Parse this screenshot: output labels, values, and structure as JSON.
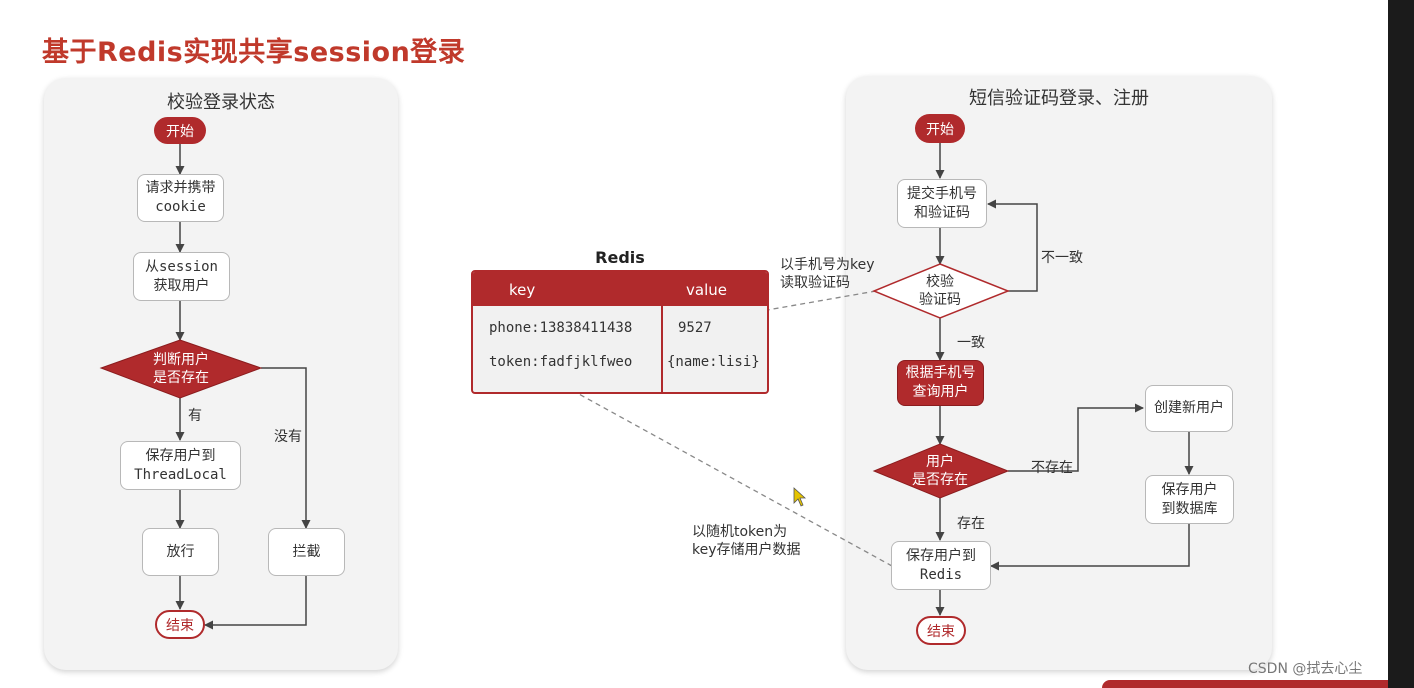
{
  "title": "基于Redis实现共享session登录",
  "left_panel": {
    "title": "校验登录状态",
    "start": "开始",
    "request": [
      "请求并携带",
      "cookie"
    ],
    "get_user": [
      "从session",
      "获取用户"
    ],
    "decision": [
      "判断用户",
      "是否存在"
    ],
    "yes_label": "有",
    "no_label": "没有",
    "save": [
      "保存用户到",
      "ThreadLocal"
    ],
    "allow": "放行",
    "block": "拦截",
    "end": "结束"
  },
  "redis": {
    "title": "Redis",
    "col_key": "key",
    "col_value": "value",
    "rows": [
      {
        "key": "phone:13838411438",
        "value": "9527"
      },
      {
        "key": "token:fadfjklfweo",
        "value": "{name:lisi}"
      }
    ]
  },
  "annotations": {
    "read_code": [
      "以手机号为key",
      "读取验证码"
    ],
    "store_user": [
      "以随机token为",
      "key存储用户数据"
    ]
  },
  "right_panel": {
    "title": "短信验证码登录、注册",
    "start": "开始",
    "submit": [
      "提交手机号",
      "和验证码"
    ],
    "verify": [
      "校验",
      "验证码"
    ],
    "mismatch_label": "不一致",
    "match_label": "一致",
    "query_user": [
      "根据手机号",
      "查询用户"
    ],
    "exists_decision": [
      "用户",
      "是否存在"
    ],
    "not_exist_label": "不存在",
    "exist_label": "存在",
    "create_user": "创建新用户",
    "save_db": [
      "保存用户",
      "到数据库"
    ],
    "save_redis": [
      "保存用户到",
      "Redis"
    ],
    "end": "结束"
  },
  "watermark": "CSDN @拭去心尘",
  "colors": {
    "accent": "#b02a2c",
    "panel_bg": "#f3f3f3"
  }
}
